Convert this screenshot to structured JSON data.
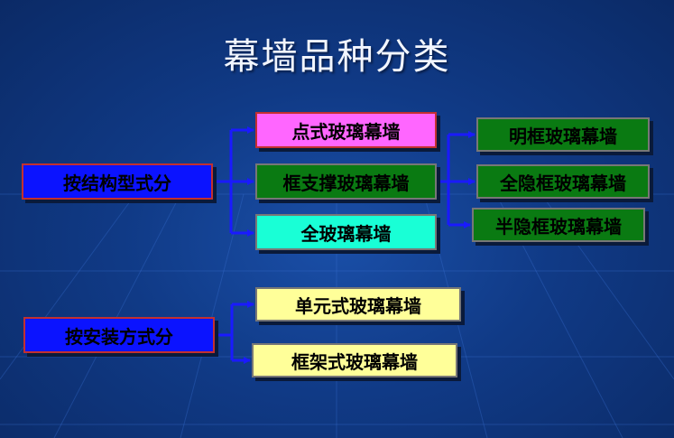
{
  "title": "幕墙品种分类",
  "groups": {
    "structure": {
      "label": "按结构型式分",
      "children": [
        "点式玻璃幕墙",
        "框支撑玻璃幕墙",
        "全玻璃幕墙"
      ],
      "frame_children": [
        "明框玻璃幕墙",
        "全隐框玻璃幕墙",
        "半隐框玻璃幕墙"
      ]
    },
    "install": {
      "label": "按安装方式分",
      "children": [
        "单元式玻璃幕墙",
        "框架式玻璃幕墙"
      ]
    }
  },
  "colors": {
    "background": "#103a86",
    "connector": "#1a1aff",
    "category_box": "#0b13ff",
    "point_box": "#ff66ff",
    "frame_box": "#0a7a12",
    "full_glass_box": "#19ffd6",
    "install_box": "#ffff99"
  }
}
